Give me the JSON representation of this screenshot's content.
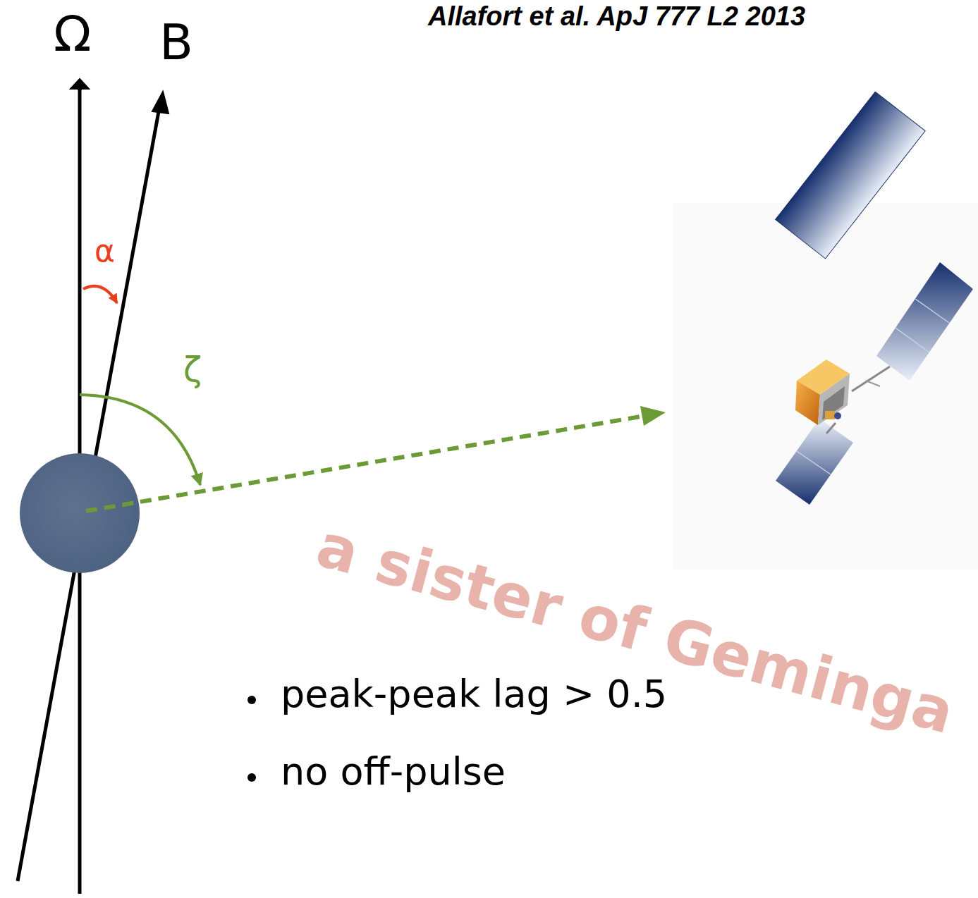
{
  "diagram": {
    "labels": [
      "Allafort et al. ApJ 777 L2 2013",
      "Ω",
      "B",
      "α",
      "ζ",
      "a sister of Geminga",
      "peak-peak lag > 0.5",
      "no off-pulse"
    ]
  }
}
